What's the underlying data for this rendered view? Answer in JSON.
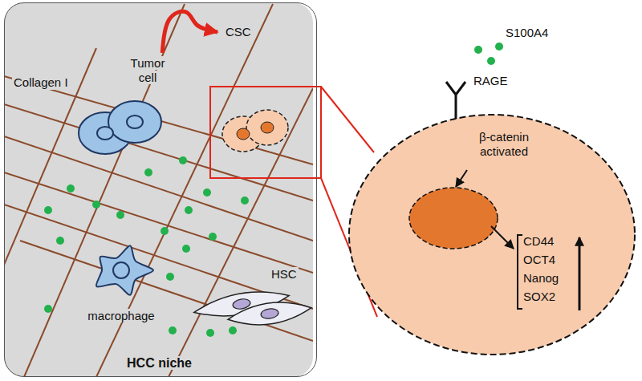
{
  "diagram": {
    "nodes": [
      {
        "text": [
          "HCC niche"
        ]
      },
      {
        "text": [
          "Tumor cell"
        ],
        "in": 0
      },
      {
        "text": [
          "CSC"
        ],
        "in": 0
      },
      {
        "text": [
          "macrophage"
        ],
        "in": 0
      },
      {
        "text": [
          "HSC"
        ],
        "in": 0
      },
      {
        "text": [
          "β-catenin activated"
        ]
      }
    ],
    "edges": [
      {
        "from": 1,
        "to": 2,
        "arrow": "to"
      }
    ],
    "labels": [
      "Collagen I",
      "S100A4",
      "RAGE",
      "CD44",
      "OCT4",
      "Nanog",
      "SOX2"
    ]
  }
}
